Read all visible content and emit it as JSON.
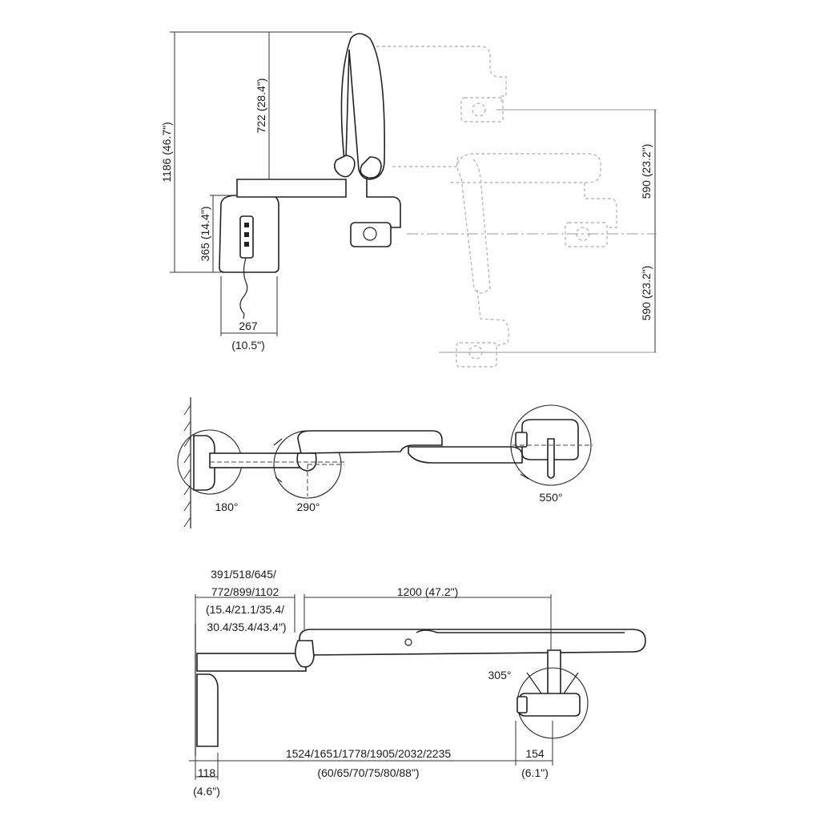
{
  "front_view": {
    "overall_height": "1186 (46.7\")",
    "arm_height": "722 (28.4\")",
    "box_height": "365 (14.4\")",
    "box_width": "267",
    "box_width_in": "(10.5\")",
    "upper_travel": "590 (23.2\")",
    "lower_travel": "590 (23.2\")"
  },
  "top_view": {
    "rot_wall": "180°",
    "rot_elbow": "290°",
    "rot_head": "550°"
  },
  "side_view": {
    "extension_line1": "391/518/645/",
    "extension_line2": "772/899/1102",
    "extension_line3": "(15.4/21.1/35.4/",
    "extension_line4": "30.4/35.4/43.4\")",
    "arm_length": "1200 (47.2\")",
    "head_rotation": "305°",
    "reach_mm": "1524/1651/1778/1905/2032/2235",
    "reach_in": "(60/65/70/75/80/88\")",
    "head_depth": "154",
    "head_depth_in": "(6.1\")",
    "wall_depth": "118",
    "wall_depth_in": "(4.6\")"
  }
}
